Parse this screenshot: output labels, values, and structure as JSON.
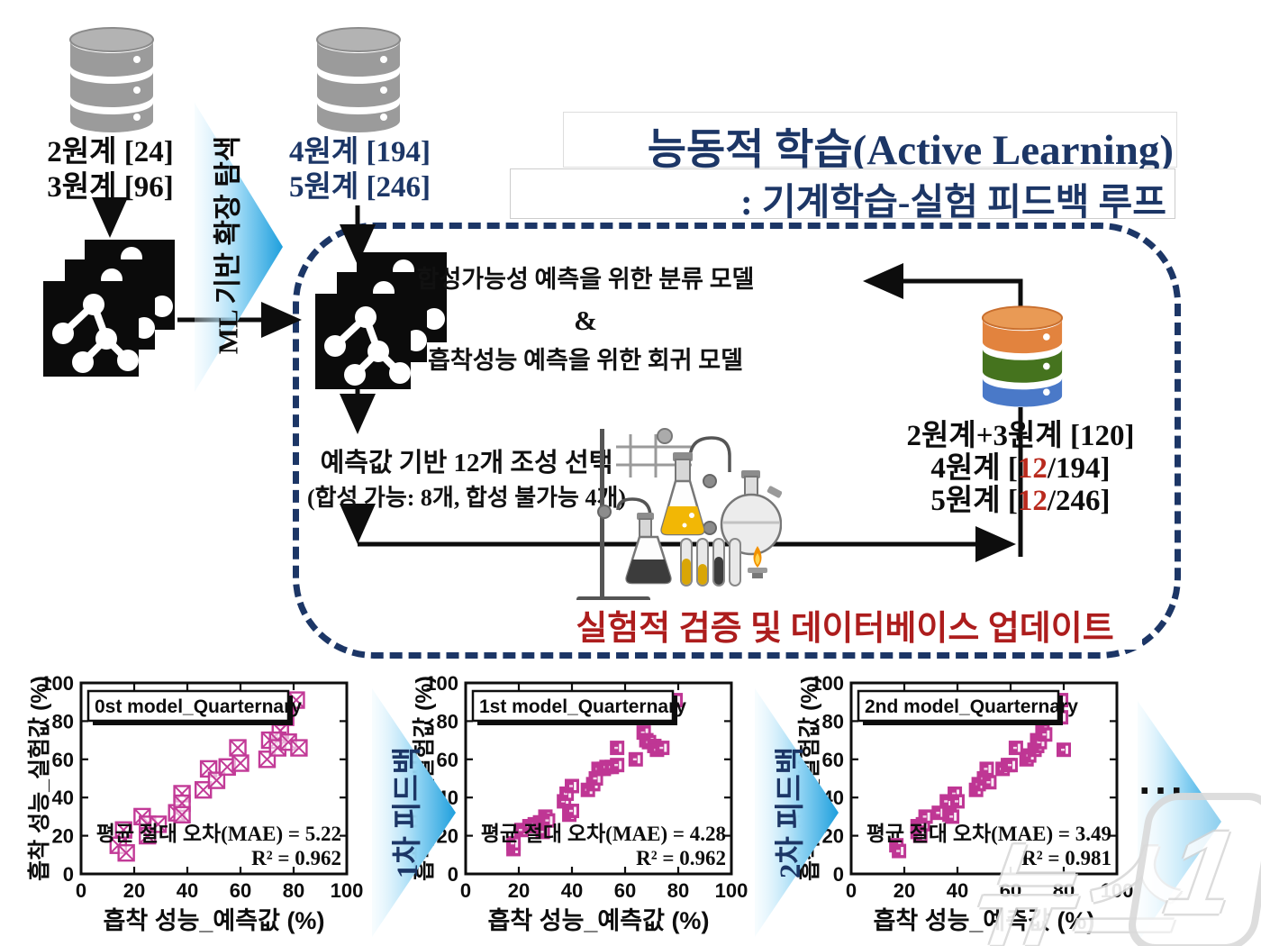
{
  "palette": {
    "navy": "#1c3666",
    "red_accent": "#b92a1d",
    "banner_red": "#ad1d1d",
    "magenta": "#c23a97",
    "arrow_blue": "#2aa5e1",
    "db_orange": "#e2833e",
    "db_green": "#45731e",
    "db_blue": "#4a79c8"
  },
  "header": {
    "title": "능동적 학습(Active Learning)",
    "subtitle": ": 기계학습-실험 피드백 루프"
  },
  "databases": {
    "db1": {
      "line1": "2원계 [24]",
      "line2": "3원계 [96]"
    },
    "db2": {
      "line1": "4원계 [194]",
      "line2": "5원계 [246]"
    },
    "db3": {
      "line1": "2원계+3원계 [120]",
      "line2_pre": "4원계 [",
      "line2_red": "12",
      "line2_post": "/194]",
      "line3_pre": "5원계 [",
      "line3_red": "12",
      "line3_post": "/246]"
    }
  },
  "ml_arrow_label": "ML 기반 확장 탐색",
  "loop": {
    "model_line1": "합성가능성 예측을 위한 분류 모델",
    "model_joiner": "&",
    "model_line2": "흡착성능 예측을 위한 회귀 모델",
    "selection_line1": "예측값 기반 12개 조성 선택",
    "selection_line2": "(합성 가능: 8개, 합성 불가능 4개)",
    "banner": "실험적 검증 및 데이터베이스 업데이트"
  },
  "feedback": {
    "arrow1_label": "1차 피드백",
    "arrow2_label": "2차 피드백",
    "ellipsis": "..."
  },
  "watermark": {
    "text": "뉴스",
    "digit": "1"
  },
  "chart_data": [
    {
      "type": "scatter",
      "legend": "0st model_Quarternary",
      "xlabel": "흡착 성능_예측값 (%)",
      "ylabel": "흡착 성능_실험값 (%)",
      "xlim": [
        0,
        100
      ],
      "ylim": [
        0,
        100
      ],
      "xticks": [
        0,
        20,
        40,
        60,
        80,
        100
      ],
      "yticks": [
        0,
        20,
        40,
        60,
        80,
        100
      ],
      "grid": false,
      "annotation_line1": "평균 절대 오차(MAE) = 5.22",
      "annotation_line2": "R² = 0.962",
      "marker": "crossed-square",
      "marker_color": "#c23a97",
      "points": [
        [
          14,
          15
        ],
        [
          17,
          11
        ],
        [
          16,
          23
        ],
        [
          23,
          30
        ],
        [
          25,
          26
        ],
        [
          25,
          20
        ],
        [
          29,
          26
        ],
        [
          36,
          32
        ],
        [
          38,
          42
        ],
        [
          38,
          37
        ],
        [
          38,
          31
        ],
        [
          46,
          44
        ],
        [
          48,
          55
        ],
        [
          51,
          49
        ],
        [
          55,
          56
        ],
        [
          59,
          66
        ],
        [
          60,
          58
        ],
        [
          70,
          60
        ],
        [
          71,
          70
        ],
        [
          75,
          75
        ],
        [
          74,
          70
        ],
        [
          74,
          66
        ],
        [
          78,
          69
        ],
        [
          77,
          82
        ],
        [
          81,
          91
        ],
        [
          82,
          66
        ]
      ]
    },
    {
      "type": "scatter",
      "legend": "1st model_Quarternary",
      "xlabel": "흡착 성능_예측값 (%)",
      "ylabel": "흡착 성능_실험값 (%)",
      "xlim": [
        0,
        100
      ],
      "ylim": [
        0,
        100
      ],
      "xticks": [
        0,
        20,
        40,
        60,
        80,
        100
      ],
      "yticks": [
        0,
        20,
        40,
        60,
        80,
        100
      ],
      "grid": false,
      "annotation_line1": "평균 절대 오차(MAE) = 4.28",
      "annotation_line2": "R² = 0.962",
      "marker": "filled-square",
      "marker_color": "#bf3694",
      "points": [
        [
          18,
          13
        ],
        [
          18,
          16
        ],
        [
          21,
          23
        ],
        [
          24,
          25
        ],
        [
          26,
          26
        ],
        [
          28,
          27
        ],
        [
          29,
          25
        ],
        [
          29,
          22
        ],
        [
          30,
          30
        ],
        [
          31,
          28
        ],
        [
          37,
          38
        ],
        [
          38,
          42
        ],
        [
          39,
          31
        ],
        [
          40,
          33
        ],
        [
          40,
          46
        ],
        [
          46,
          44
        ],
        [
          48,
          47
        ],
        [
          49,
          50
        ],
        [
          50,
          55
        ],
        [
          52,
          55
        ],
        [
          53,
          56
        ],
        [
          55,
          56
        ],
        [
          57,
          57
        ],
        [
          57,
          66
        ],
        [
          64,
          60
        ],
        [
          67,
          74
        ],
        [
          68,
          70
        ],
        [
          69,
          69
        ],
        [
          71,
          67
        ],
        [
          72,
          65
        ],
        [
          74,
          66
        ],
        [
          76,
          82
        ],
        [
          79,
          91
        ]
      ]
    },
    {
      "type": "scatter",
      "legend": "2nd model_Quarternary",
      "xlabel": "흡착 성능_예측값 (%)",
      "ylabel": "흡착 성능_실험값 (%)",
      "xlim": [
        0,
        100
      ],
      "ylim": [
        0,
        100
      ],
      "xticks": [
        0,
        20,
        40,
        60,
        80,
        100
      ],
      "yticks": [
        0,
        20,
        40,
        60,
        80,
        100
      ],
      "grid": false,
      "annotation_line1": "평균 절대 오차(MAE) = 3.49",
      "annotation_line2": "R² = 0.981",
      "marker": "filled-square",
      "marker_color": "#bf3694",
      "points": [
        [
          17,
          15
        ],
        [
          18,
          12
        ],
        [
          25,
          25
        ],
        [
          25,
          22
        ],
        [
          26,
          20
        ],
        [
          27,
          26
        ],
        [
          28,
          30
        ],
        [
          33,
          32
        ],
        [
          36,
          38
        ],
        [
          37,
          31
        ],
        [
          38,
          30
        ],
        [
          39,
          42
        ],
        [
          40,
          38
        ],
        [
          47,
          44
        ],
        [
          48,
          47
        ],
        [
          50,
          50
        ],
        [
          51,
          55
        ],
        [
          52,
          48
        ],
        [
          57,
          55
        ],
        [
          59,
          57
        ],
        [
          60,
          57
        ],
        [
          62,
          66
        ],
        [
          66,
          60
        ],
        [
          67,
          62
        ],
        [
          69,
          65
        ],
        [
          70,
          67
        ],
        [
          70,
          70
        ],
        [
          71,
          69
        ],
        [
          72,
          75
        ],
        [
          73,
          73
        ],
        [
          79,
          91
        ],
        [
          79,
          82
        ],
        [
          80,
          65
        ]
      ]
    }
  ]
}
